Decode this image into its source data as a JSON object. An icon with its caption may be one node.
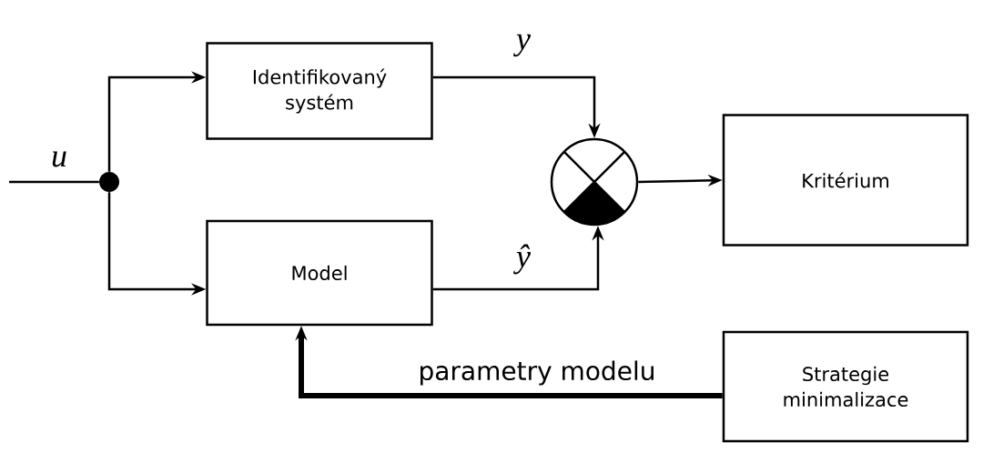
{
  "diagram": {
    "nodes": [
      {
        "text": [
          "Identifikovaný systém"
        ]
      },
      {
        "text": [
          "Model"
        ]
      },
      {
        "text": [
          "Kritérium"
        ]
      },
      {
        "text": [
          "Strategie minimalizace"
        ]
      },
      {
        "text": [],
        "shape": "circle"
      },
      {
        "text": [],
        "shape": "circle"
      }
    ],
    "edges": [
      {
        "from": null,
        "to": 5,
        "arrow": "none",
        "label": "u"
      },
      {
        "from": 5,
        "to": 0,
        "arrow": "to"
      },
      {
        "from": 5,
        "to": 1,
        "arrow": "to"
      },
      {
        "from": 0,
        "to": 4,
        "arrow": "to",
        "label": "y"
      },
      {
        "from": 1,
        "to": 4,
        "arrow": "to",
        "label": "ŷ"
      },
      {
        "from": 4,
        "to": 2,
        "arrow": "to"
      },
      {
        "from": 3,
        "to": 1,
        "arrow": "to",
        "style": "thick",
        "label": "parametry modelu"
      }
    ]
  }
}
